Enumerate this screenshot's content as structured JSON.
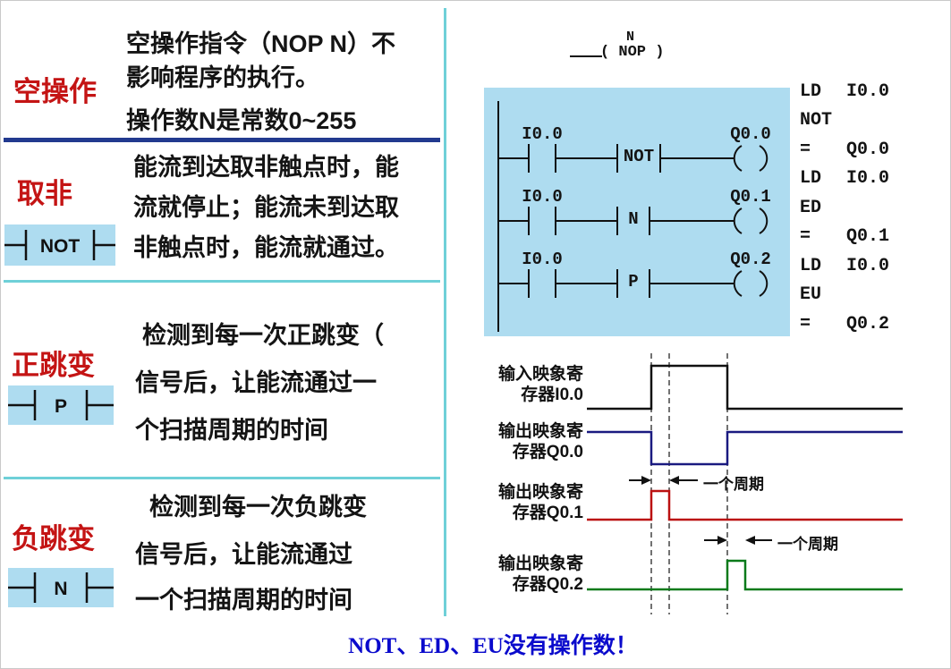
{
  "footer": {
    "text": "NOT、ED、EU没有操作数！"
  },
  "left_sections": [
    {
      "label": "空操作",
      "lines": [
        "空操作指令（NOP N）不",
        "影响程序的执行。",
        "操作数N是常数0~255"
      ]
    },
    {
      "label": "取非",
      "symbol": "NOT",
      "lines": [
        "能流到达取非触点时，能",
        "流就停止；能流未到达取",
        "非触点时，能流就通过。"
      ]
    },
    {
      "label": "正跳变",
      "symbol": "P",
      "lines": [
        "检测到每一次正跳变（",
        "信号后，让能流通过一",
        "个扫描周期的时间"
      ]
    },
    {
      "label": "负跳变",
      "symbol": "N",
      "lines": [
        "检测到每一次负跳变",
        "信号后，让能流通过",
        "一个扫描周期的时间"
      ]
    }
  ],
  "nop_symbol": {
    "operand": "N",
    "coil_text": "( NOP )"
  },
  "ladder_rungs": [
    {
      "contact": "I0.0",
      "middle": "NOT",
      "coil": "Q0.0"
    },
    {
      "contact": "I0.0",
      "middle": "N",
      "coil": "Q0.1"
    },
    {
      "contact": "I0.0",
      "middle": "P",
      "coil": "Q0.2"
    }
  ],
  "stl": [
    {
      "op": "LD",
      "operand": "I0.0"
    },
    {
      "op": "NOT",
      "operand": ""
    },
    {
      "op": "=",
      "operand": "Q0.0"
    },
    {
      "op": "LD",
      "operand": "I0.0"
    },
    {
      "op": "ED",
      "operand": ""
    },
    {
      "op": "=",
      "operand": "Q0.1"
    },
    {
      "op": "LD",
      "operand": "I0.0"
    },
    {
      "op": "EU",
      "operand": ""
    },
    {
      "op": "=",
      "operand": "Q0.2"
    }
  ],
  "timing": {
    "labels": [
      {
        "line1": "输入映象寄",
        "line2": "存器I0.0"
      },
      {
        "line1": "输出映象寄",
        "line2": "存器Q0.0"
      },
      {
        "line1": "输出映象寄",
        "line2": "存器Q0.1"
      },
      {
        "line1": "输出映象寄",
        "line2": "存器Q0.2"
      }
    ],
    "cycle_label": "一个周期"
  },
  "colors": {
    "accent_red": "#c41414",
    "ladder_bg": "#aedcf0",
    "divider_navy": "#223a8f",
    "divider_teal": "#6fd0d8",
    "wave_input": "#111111",
    "wave_q00": "#1a1a80",
    "wave_q01": "#bb1111",
    "wave_q02": "#0a7a1a",
    "footer_blue": "#0a0acc"
  }
}
